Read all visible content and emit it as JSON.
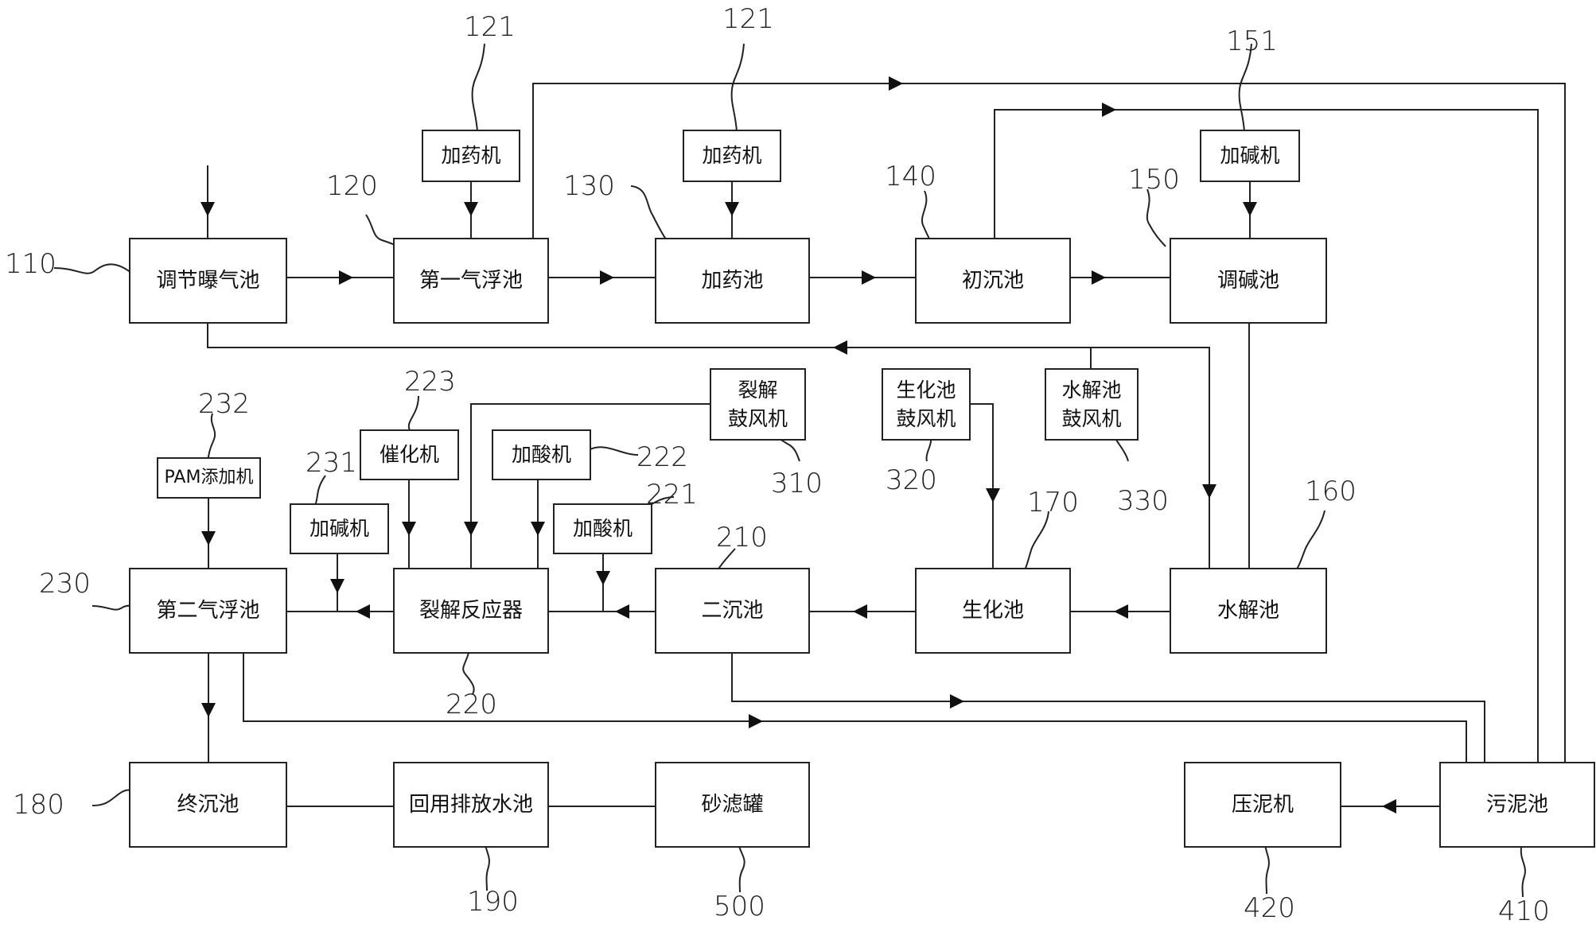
{
  "nodes": {
    "n110": "调节曝气池",
    "n120": "第一气浮池",
    "n130": "加药池",
    "n140": "初沉池",
    "n150": "调碱池",
    "n160": "水解池",
    "n170": "生化池",
    "n210": "二沉池",
    "n220": "裂解反应器",
    "n230": "第二气浮池",
    "n180": "终沉池",
    "n190": "回用排放水池",
    "n500": "砂滤罐",
    "n420": "压泥机",
    "n410": "污泥池",
    "d121a": "加药机",
    "d121b": "加药机",
    "d151": "加碱机",
    "d232": "PAM添加机",
    "d231": "加碱机",
    "d223": "催化机",
    "d222": "加酸机",
    "d221": "加酸机",
    "b310": "裂解\n鼓风机",
    "b320": "生化池\n鼓风机",
    "b330": "水解池\n鼓风机"
  },
  "labels": {
    "l110": "110",
    "l120": "120",
    "l121a": "121",
    "l121b": "121",
    "l130": "130",
    "l140": "140",
    "l151": "151",
    "l150": "150",
    "l160": "160",
    "l170": "170",
    "l210": "210",
    "l220": "220",
    "l221": "221",
    "l222": "222",
    "l223": "223",
    "l231": "231",
    "l232": "232",
    "l230": "230",
    "l180": "180",
    "l190": "190",
    "l500": "500",
    "l420": "420",
    "l410": "410",
    "l310": "310",
    "l320": "320",
    "l330": "330"
  }
}
